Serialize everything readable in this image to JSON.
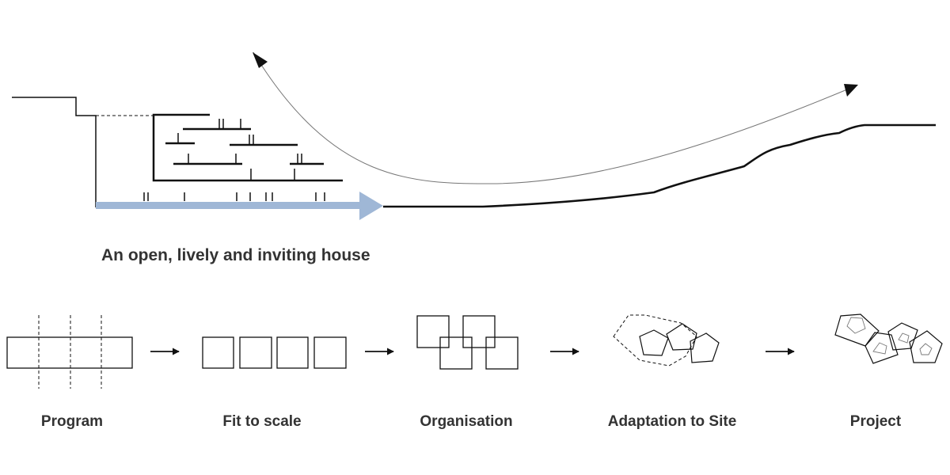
{
  "headline": "An open, lively and inviting house",
  "steps": [
    {
      "label": "Program"
    },
    {
      "label": "Fit to scale"
    },
    {
      "label": "Organisation"
    },
    {
      "label": "Adaptation to Site"
    },
    {
      "label": "Project"
    }
  ],
  "colors": {
    "line": "#111111",
    "light_line": "#777777",
    "flow_arrow": "#9fb7d6",
    "text": "#333333"
  }
}
